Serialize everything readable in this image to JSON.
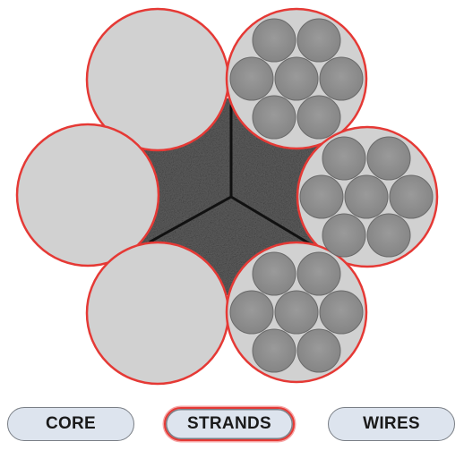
{
  "buttons": {
    "core": "CORE",
    "strands": "STRANDS",
    "wires": "WIRES",
    "selected": "strands"
  },
  "colors": {
    "highlight": "#e53935",
    "strand_fill": "#d1d1d1",
    "wire_fill": "#8f8f8f",
    "core_fill": "#5e5e5e",
    "button_bg": "#dde4ee"
  }
}
